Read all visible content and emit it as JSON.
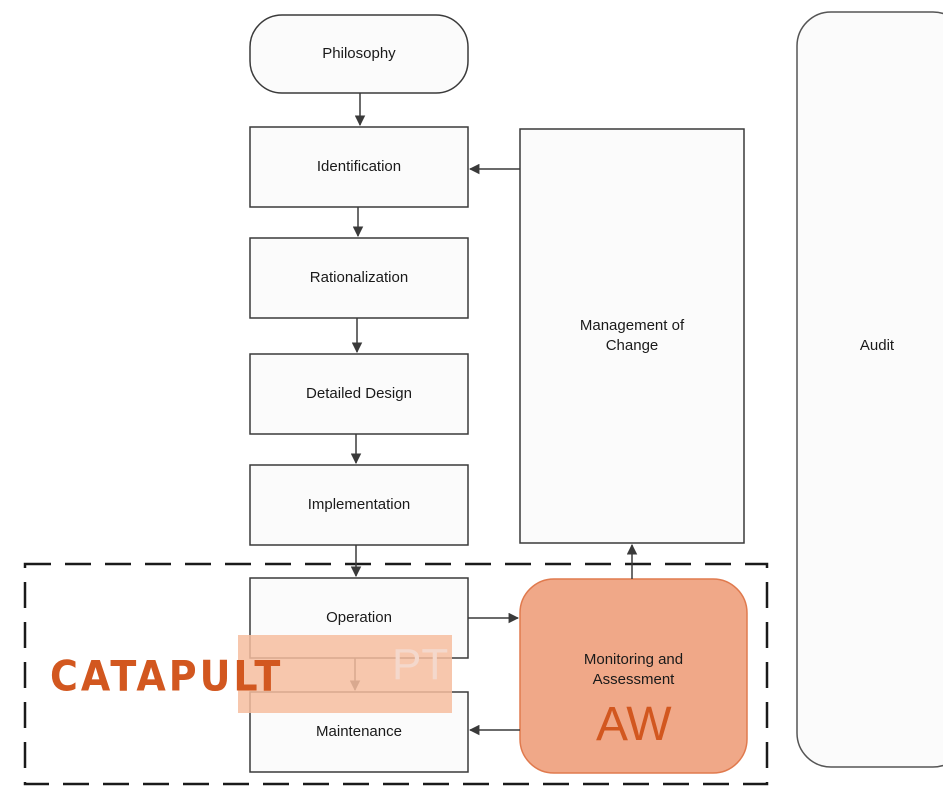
{
  "diagram": {
    "steps": {
      "philosophy": "Philosophy",
      "identification": "Identification",
      "rationalization": "Rationalization",
      "detailed_design": "Detailed Design",
      "implementation": "Implementation",
      "operation": "Operation",
      "maintenance": "Maintenance",
      "management_of_change": "Management of\nChange",
      "monitoring_and_assessment": "Monitoring and\nAssessment",
      "audit": "Audit"
    },
    "overlays": {
      "logo_text": "CATAPULT",
      "pt_badge": "PT",
      "aw_badge": "AW"
    },
    "colors": {
      "box_stroke": "#3a3a3a",
      "box_fill": "#fbfbfb",
      "highlight_fill": "#f0a888",
      "highlight_stroke": "#e07a4e",
      "pt_overlay": "#f6bd9f",
      "brand_orange": "#d2571f"
    }
  }
}
